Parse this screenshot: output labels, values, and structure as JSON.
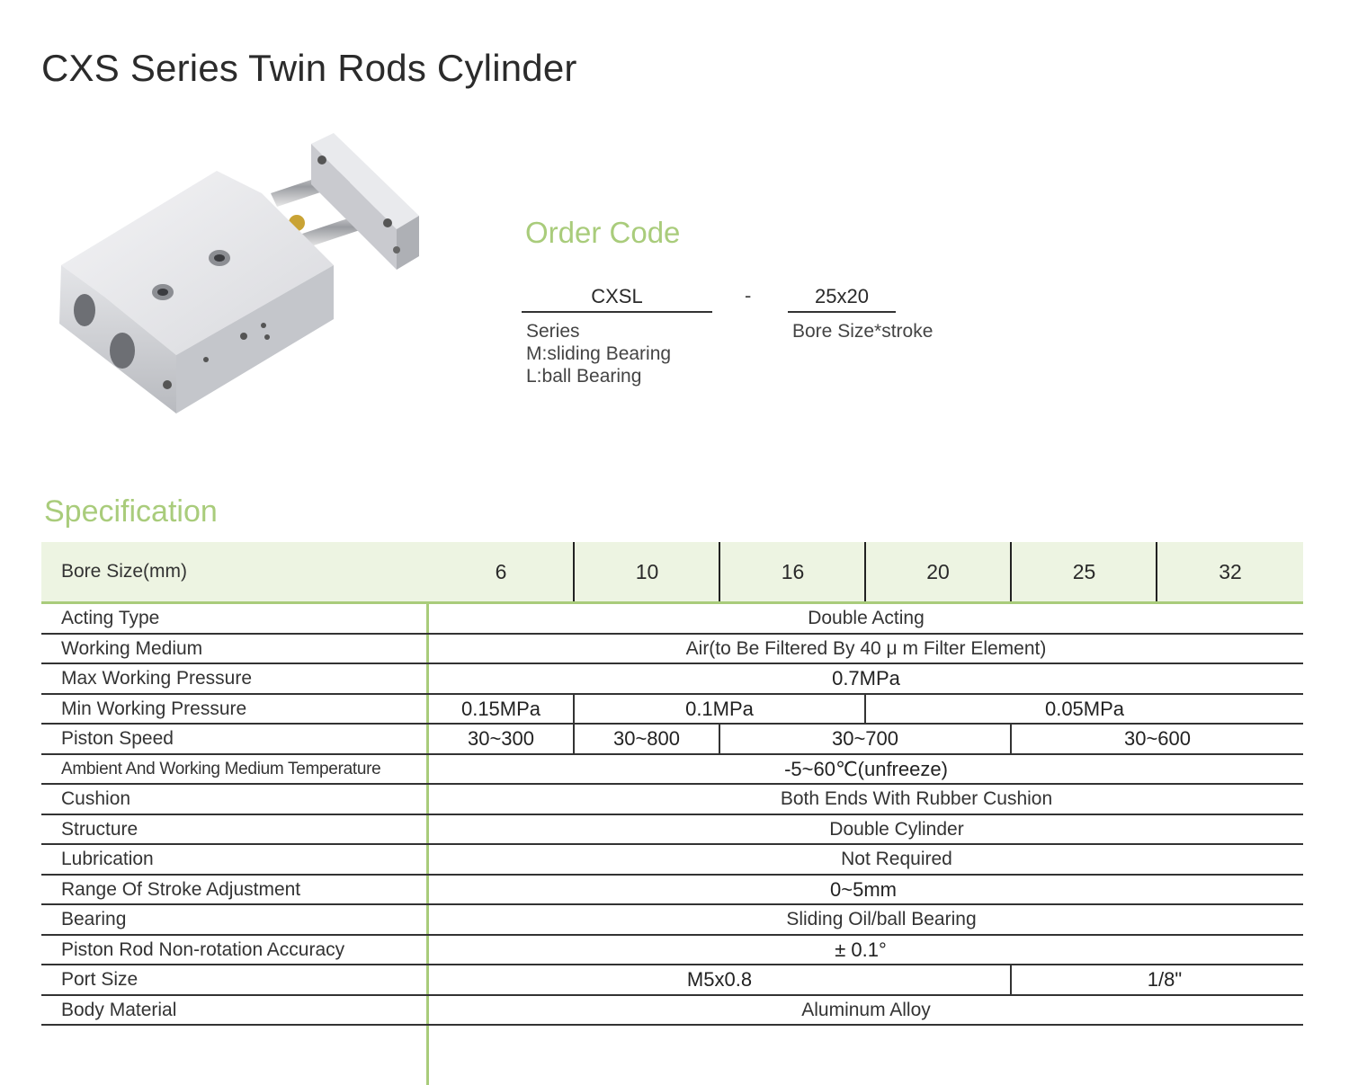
{
  "title": "CXS Series Twin Rods Cylinder",
  "product_image": {
    "alt": "twin-rod-cylinder-photo"
  },
  "order_code": {
    "heading": "Order Code",
    "part1": "CXSL",
    "dash": "-",
    "part2": "25x20",
    "part1_desc": [
      "Series",
      "M:sliding Bearing",
      "L:ball Bearing"
    ],
    "part2_desc": "Bore Size*stroke"
  },
  "specification": {
    "heading": "Specification",
    "header_label": "Bore Size(mm)",
    "bore_sizes": [
      "6",
      "10",
      "16",
      "20",
      "25",
      "32"
    ],
    "rows": [
      {
        "label": "Acting Type",
        "values": [
          "Double Acting"
        ]
      },
      {
        "label": "Working Medium",
        "values": [
          "Air(to Be Filtered By 40 μ m Filter Element)"
        ]
      },
      {
        "label": "Max Working Pressure",
        "values": [
          "0.7MPa"
        ]
      },
      {
        "label": "Min Working Pressure",
        "values": [
          "0.15MPa",
          "0.1MPa",
          "0.05MPa"
        ]
      },
      {
        "label": "Piston Speed",
        "values": [
          "30~300",
          "30~800",
          "30~700",
          "30~600"
        ]
      },
      {
        "label": "Ambient And Working Medium Temperature",
        "values": [
          "-5~60℃(unfreeze)"
        ]
      },
      {
        "label": "Cushion",
        "values": [
          "Both Ends With Rubber Cushion"
        ]
      },
      {
        "label": "Structure",
        "values": [
          "Double Cylinder"
        ]
      },
      {
        "label": "Lubrication",
        "values": [
          "Not Required"
        ]
      },
      {
        "label": "Range Of Stroke Adjustment",
        "values": [
          "0~5mm"
        ]
      },
      {
        "label": "Bearing",
        "values": [
          "Sliding Oil/ball Bearing"
        ]
      },
      {
        "label": "Piston Rod Non-rotation Accuracy",
        "values": [
          "± 0.1°"
        ]
      },
      {
        "label": "Port Size",
        "values": [
          "M5x0.8",
          "1/8\""
        ]
      },
      {
        "label": "Body Material",
        "values": [
          "Aluminum Alloy"
        ]
      }
    ]
  }
}
